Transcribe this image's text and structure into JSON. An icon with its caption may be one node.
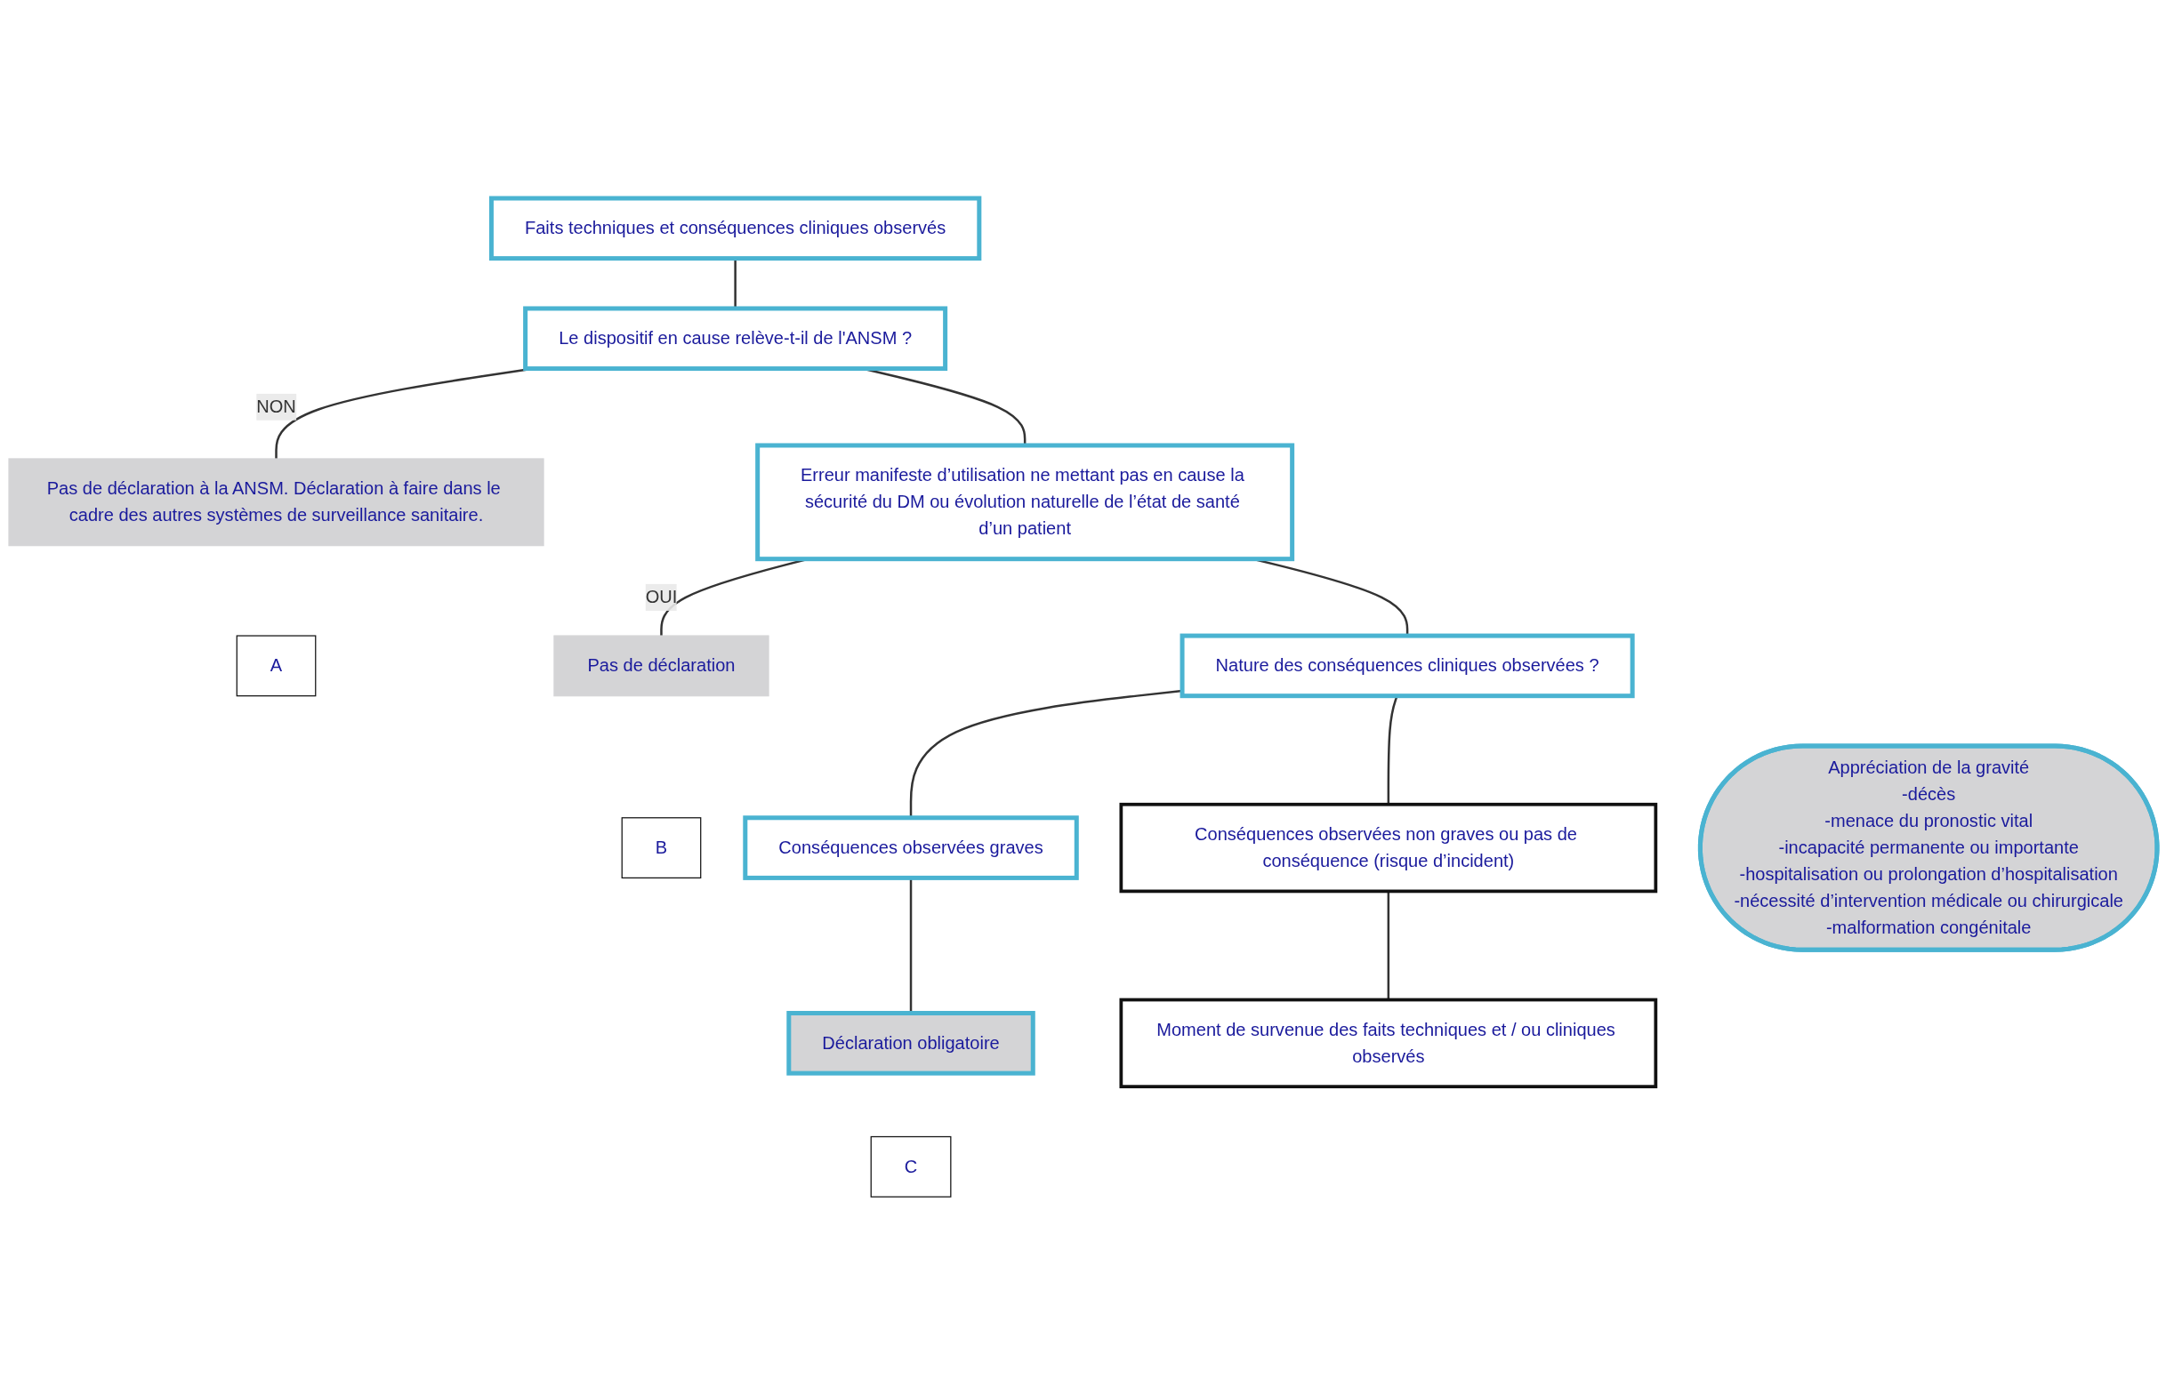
{
  "diagram": {
    "nodes": [
      {
        "text": [
          "Faits techniques et conséquences cliniques observés"
        ]
      },
      {
        "text": [
          "Le dispositif en cause relève-t-il de l'ANSM ?"
        ]
      },
      {
        "text": [
          "Pas de déclaration à la ANSM. Déclaration à faire dans le cadre des autres systèmes de surveillance sanitaire."
        ]
      },
      {
        "text": [
          "A"
        ]
      },
      {
        "text": [
          "Erreur manifeste d’utilisation ne mettant pas en cause la sécurité du DM ou évolution naturelle de l’état de santé d’un patient"
        ]
      },
      {
        "text": [
          "Pas de déclaration"
        ]
      },
      {
        "text": [
          "B"
        ]
      },
      {
        "text": [
          "Nature des conséquences cliniques observées ?"
        ]
      },
      {
        "text": [
          "Conséquences observées graves"
        ]
      },
      {
        "text": [
          "Conséquences observées non graves ou pas de conséquence (risque d’incident)"
        ]
      },
      {
        "text": [
          "C"
        ]
      },
      {
        "text": [
          "Déclaration obligatoire"
        ]
      },
      {
        "text": [
          "Moment de survenue des faits techniques et / ou cliniques observés"
        ]
      },
      {
        "text": [
          "Appréciation de la gravité",
          "-décès",
          "-menace du pronostic vital",
          "-incapacité permanente ou importante",
          "-hospitalisation ou prolongation d’hospitalisation",
          "-nécessité d’intervention médicale ou chirurgicale",
          "-malformation congénitale"
        ]
      }
    ],
    "edges": [
      {
        "from": 0,
        "to": 1,
        "arrow": "none"
      },
      {
        "from": 1,
        "to": 2,
        "label": "NON",
        "arrow": "none"
      },
      {
        "from": 1,
        "to": 4,
        "arrow": "none"
      },
      {
        "from": 4,
        "to": 5,
        "label": "OUI",
        "arrow": "none"
      },
      {
        "from": 4,
        "to": 7,
        "arrow": "none"
      },
      {
        "from": 7,
        "to": 8,
        "arrow": "none"
      },
      {
        "from": 7,
        "to": 9,
        "arrow": "none"
      },
      {
        "from": 8,
        "to": 11,
        "arrow": "none"
      },
      {
        "from": 9,
        "to": 12,
        "arrow": "none"
      }
    ]
  }
}
